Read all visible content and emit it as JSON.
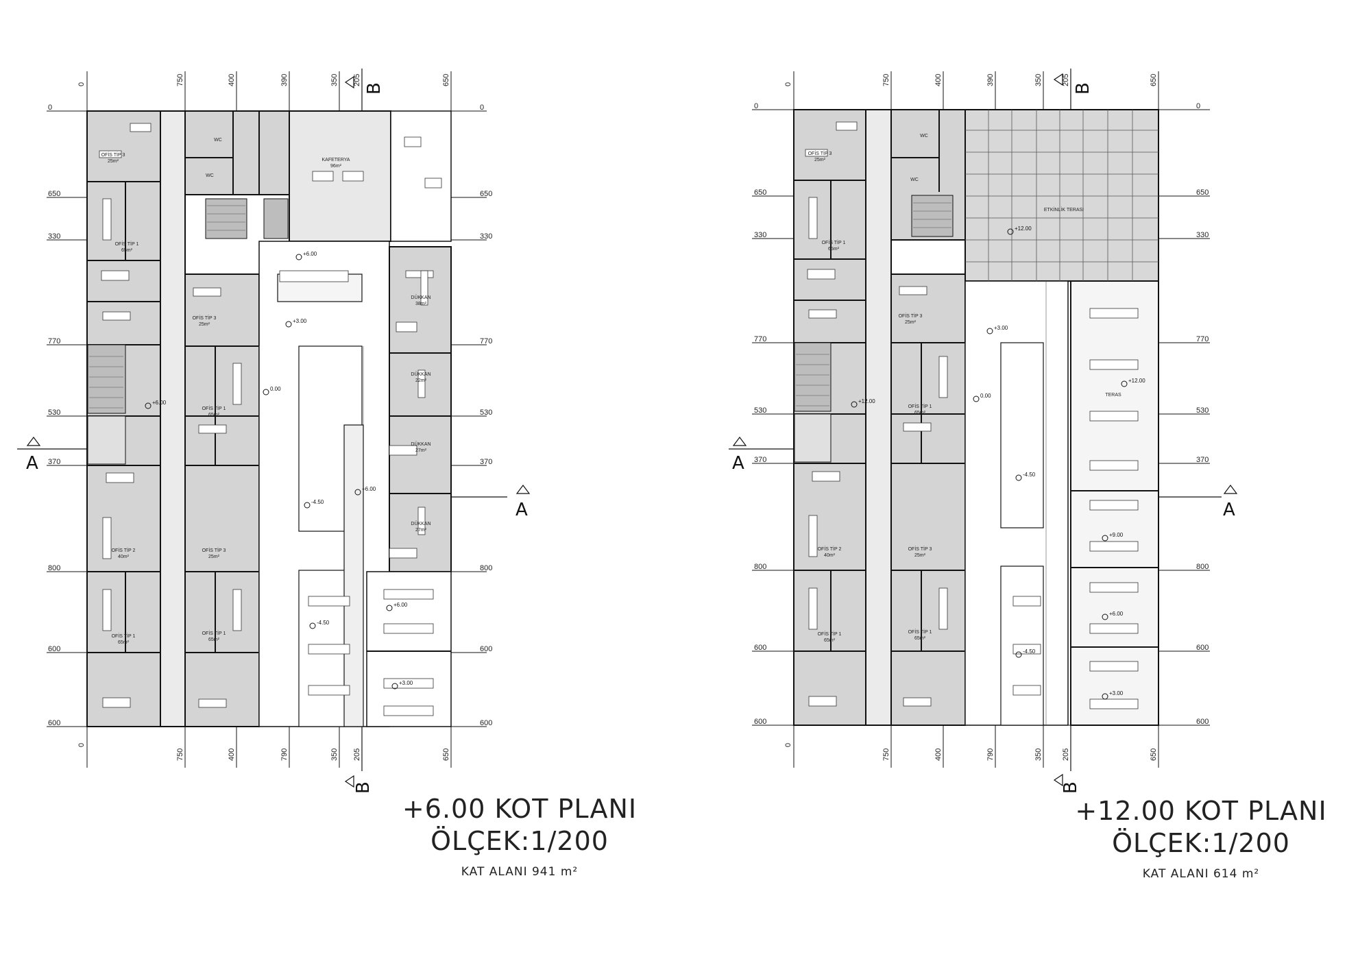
{
  "plans": [
    {
      "title_line1": "+6.00 KOT PLANI",
      "title_line2": "ÖLÇEK:1/200",
      "area": "KAT ALANI 941 m²",
      "dims_top": [
        "0",
        "750",
        "400",
        "390",
        "350",
        "205",
        "650"
      ],
      "dims_bottom": [
        "0",
        "750",
        "400",
        "790",
        "350",
        "205",
        "650"
      ],
      "dims_side": [
        "0",
        "650",
        "330",
        "770",
        "530",
        "370",
        "800",
        "600",
        "600"
      ],
      "rooms": [
        {
          "name": "OFİS TİP 3",
          "area": "25m²"
        },
        {
          "name": "WC",
          "area": ""
        },
        {
          "name": "WC",
          "area": ""
        },
        {
          "name": "KAFETERYA",
          "area": "96m²"
        },
        {
          "name": "OFİS TİP 1",
          "area": "65m²"
        },
        {
          "name": "OFİS TİP 3",
          "area": "25m²"
        },
        {
          "name": "DÜKKAN",
          "area": "38m²"
        },
        {
          "name": "DÜKKAN",
          "area": "22m²"
        },
        {
          "name": "OFİS TİP 1",
          "area": "65m²"
        },
        {
          "name": "DÜKKAN",
          "area": "27m²"
        },
        {
          "name": "DÜKKAN",
          "area": "27m²"
        },
        {
          "name": "OFİS TİP 2",
          "area": "40m²"
        },
        {
          "name": "OFİS TİP 3",
          "area": "25m²"
        },
        {
          "name": "OFİS TİP 1",
          "area": "65m²"
        },
        {
          "name": "OFİS TİP 1",
          "area": "65m²"
        }
      ],
      "levels": [
        "+6.00",
        "+3.00",
        "+6.00",
        "0.00",
        "+6.00",
        "-4.50",
        "+6.00",
        "-4.50",
        "+3.00"
      ],
      "section_a": "A",
      "section_b": "B"
    },
    {
      "title_line1": "+12.00 KOT PLANI",
      "title_line2": "ÖLÇEK:1/200",
      "area": "KAT ALANI 614 m²",
      "dims_top": [
        "0",
        "750",
        "400",
        "390",
        "350",
        "205",
        "650"
      ],
      "dims_bottom": [
        "0",
        "750",
        "400",
        "790",
        "350",
        "205",
        "650"
      ],
      "dims_side": [
        "0",
        "650",
        "330",
        "770",
        "530",
        "370",
        "800",
        "600",
        "600"
      ],
      "rooms": [
        {
          "name": "OFİS TİP 3",
          "area": "25m²"
        },
        {
          "name": "WC",
          "area": ""
        },
        {
          "name": "WC",
          "area": ""
        },
        {
          "name": "ETKİNLİK TERASI",
          "area": ""
        },
        {
          "name": "OFİS TİP 1",
          "area": "65m²"
        },
        {
          "name": "OFİS TİP 3",
          "area": "25m²"
        },
        {
          "name": "TERAS",
          "area": ""
        },
        {
          "name": "OFİS TİP 1",
          "area": "65m²"
        },
        {
          "name": "OFİS TİP 2",
          "area": "40m²"
        },
        {
          "name": "OFİS TİP 3",
          "area": "25m²"
        },
        {
          "name": "OFİS TİP 1",
          "area": "65m²"
        },
        {
          "name": "OFİS TİP 1",
          "area": "65m²"
        }
      ],
      "levels": [
        "+12.00",
        "+3.00",
        "+12.00",
        "+12.00",
        "0.00",
        "-4.50",
        "+9.00",
        "+6.00",
        "-4.50",
        "+3.00"
      ],
      "section_a": "A",
      "section_b": "B"
    }
  ]
}
